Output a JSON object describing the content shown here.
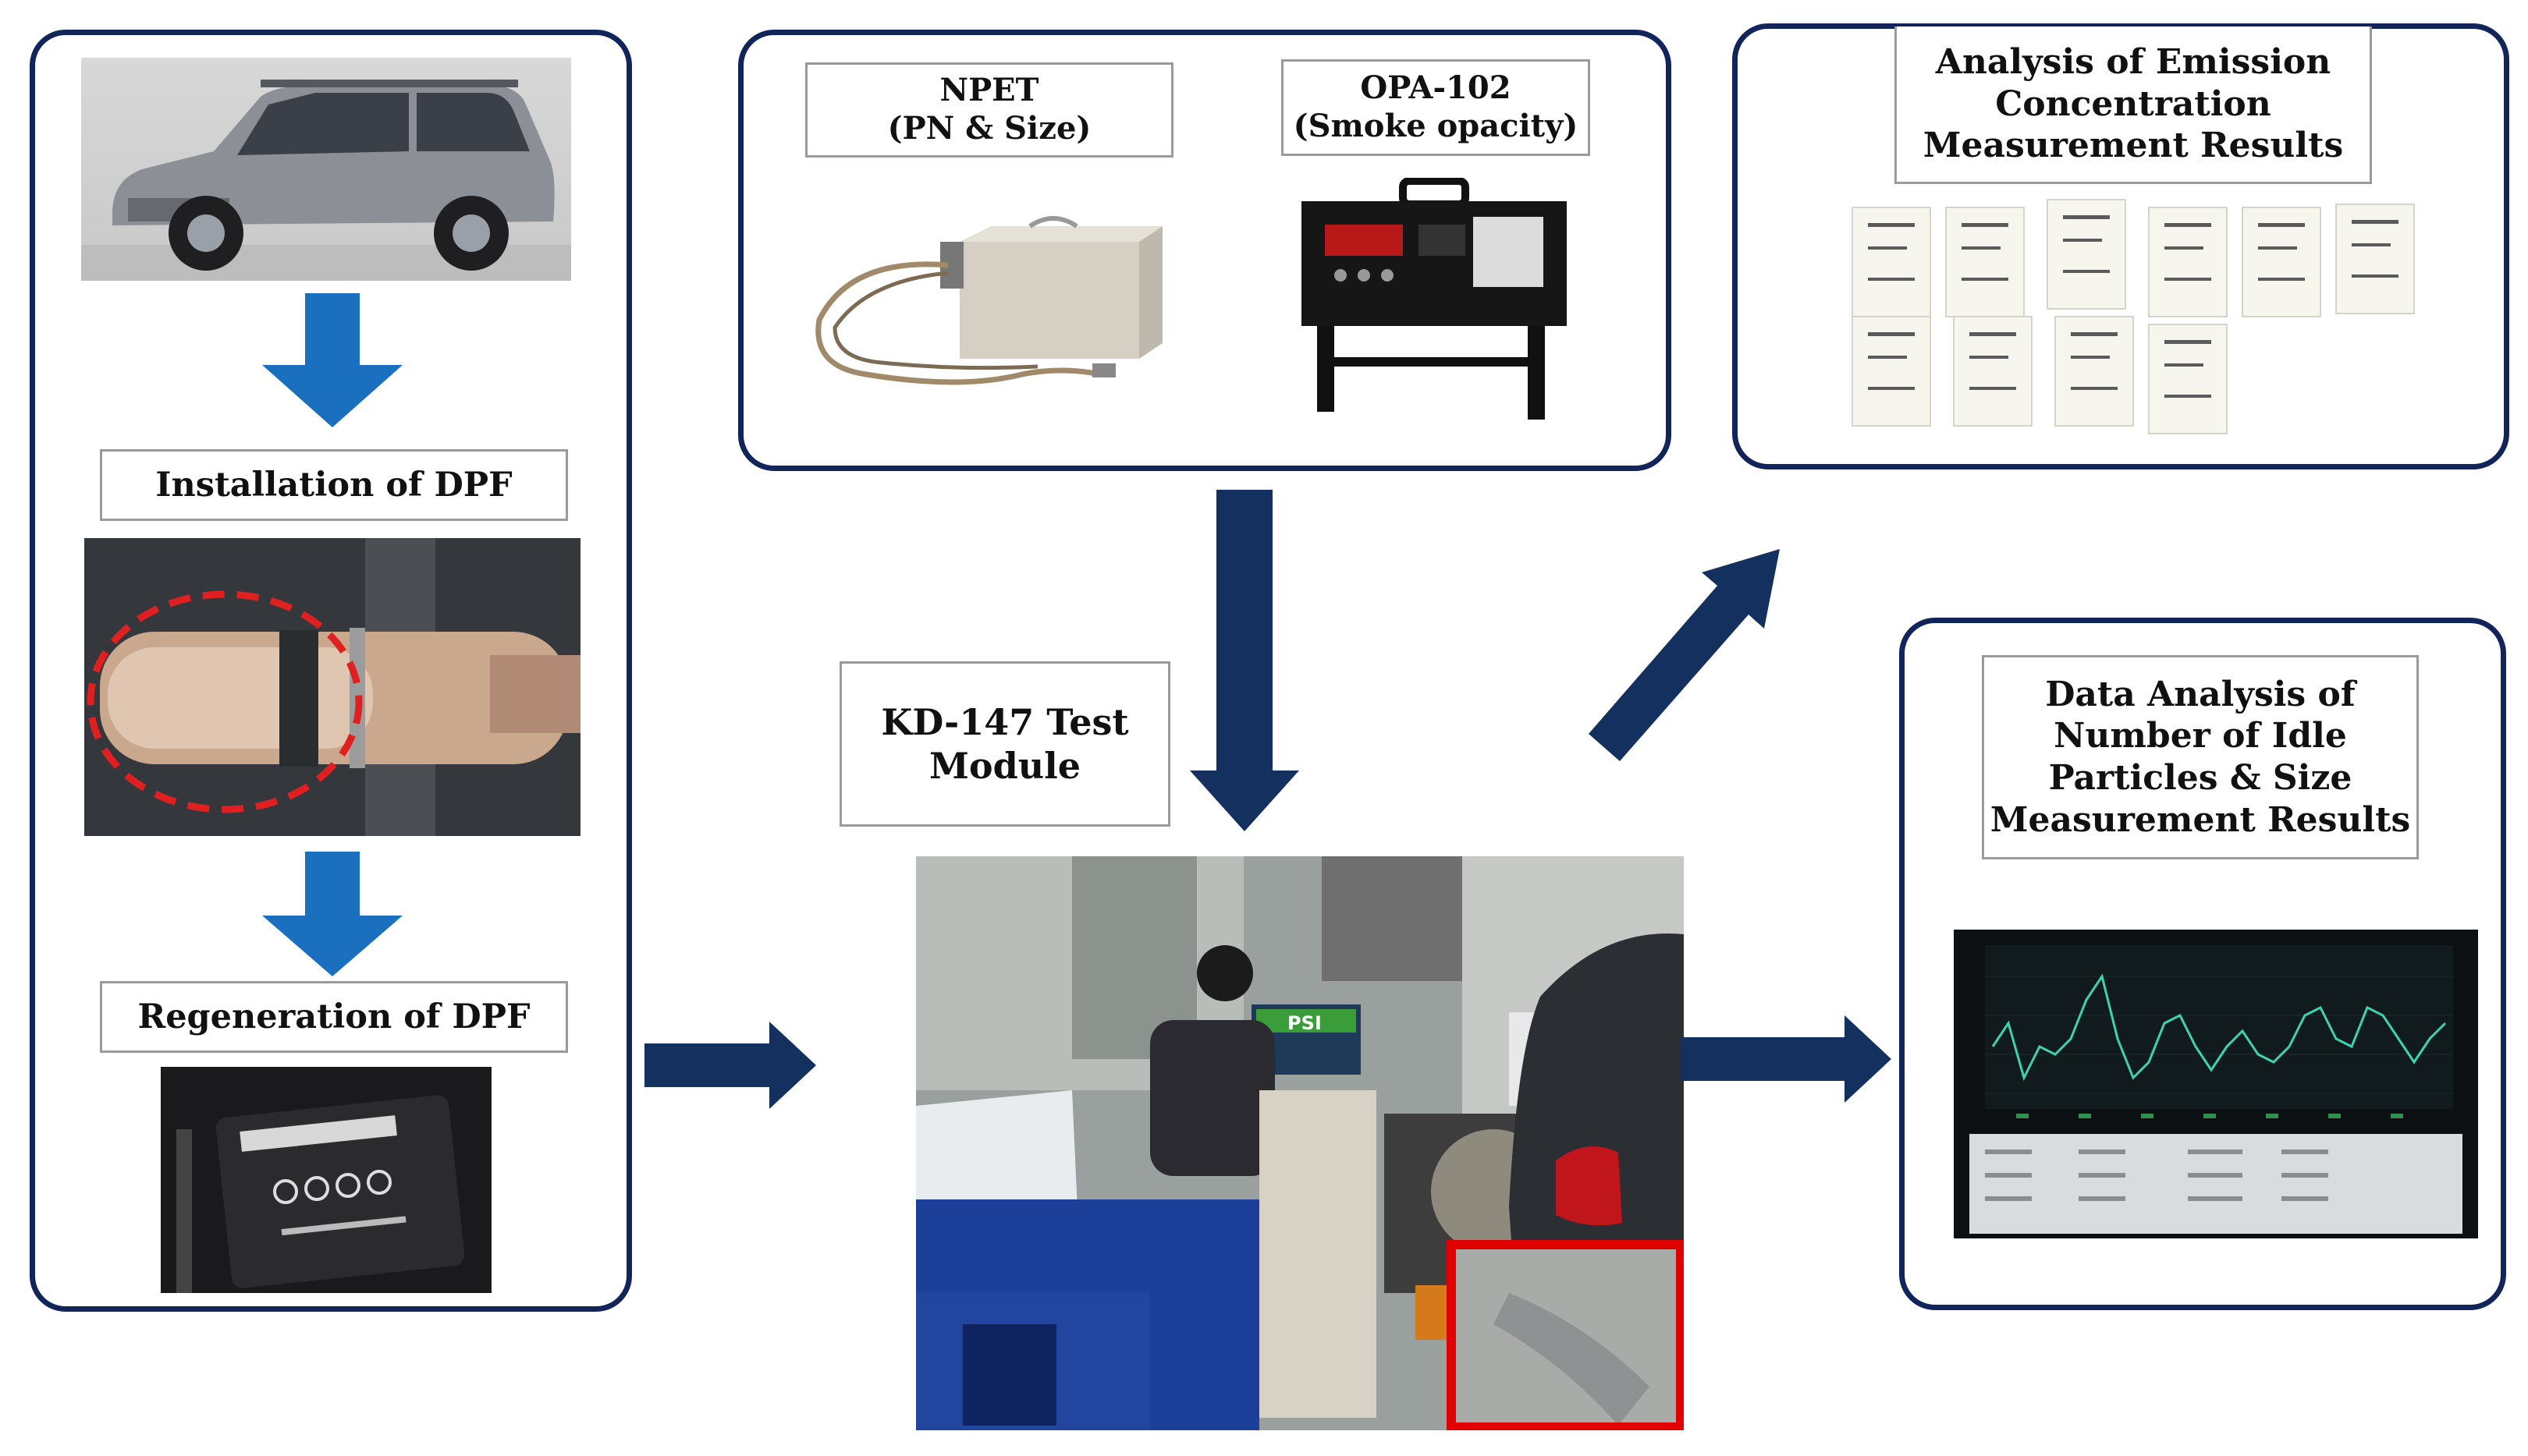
{
  "colors": {
    "panel_border": "#12255a",
    "arrow_dark": "#14305e",
    "arrow_light": "#1a6fbf",
    "highlight_dashed": "#e02020",
    "highlight_box": "#e00000",
    "trace_line": "#3fd2b0"
  },
  "left_panel": {
    "step1_label": "Installation of DPF",
    "step2_label": "Regeneration of DPF"
  },
  "instruments": {
    "npet_label": "NPET\n(PN & Size)",
    "opa_label": "OPA-102\n(Smoke opacity)"
  },
  "test_module": {
    "label": "KD-147 Test\nModule",
    "monitor_text": "PSI"
  },
  "emission_results": {
    "label": "Analysis of Emission\nConcentration\nMeasurement Results"
  },
  "particle_results": {
    "label": "Data Analysis of\nNumber of Idle\nParticles & Size\nMeasurement Results"
  },
  "icons": [
    "arrow-down-icon",
    "arrow-right-icon",
    "arrow-diagonal-up-icon"
  ]
}
